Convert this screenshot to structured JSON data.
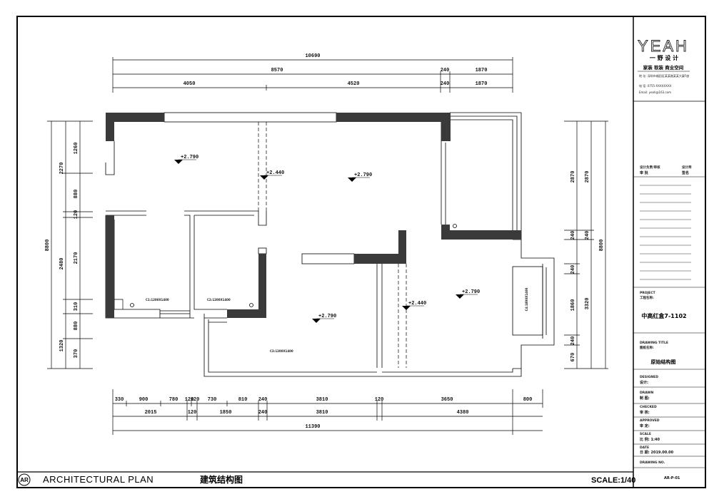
{
  "footer": {
    "badge": "AR",
    "title_en": "ARCHITECTURAL PLAN",
    "title_cn": "建筑结构图",
    "scale": "SCALE:1/40"
  },
  "title_block": {
    "logo_text": "YEAH",
    "logo_sub": "一 野 设 计",
    "slogan": "家装 软装 商业空间",
    "addr_line": "地 址: 深圳市福田区某某路某某大厦F座",
    "tel_line": "电 话: 0755-XXXXXXXX",
    "email_line": "Email: yeah@163.com",
    "reviewer_label": "设计负责/审核",
    "reviewer_value": "审 批",
    "reviewer_right_label": "设计师",
    "reviewer_right_value": "签名",
    "project_label": "PROJECT",
    "project_label_cn": "工程名称:",
    "project_name": "中高红盒7-1102",
    "drawing_label": "DRAWING TITLE",
    "drawing_label_cn": "图纸名称:",
    "drawing_name": "原始结构图",
    "rows": [
      {
        "label": "DESIGNED",
        "value": "设计:"
      },
      {
        "label": "DRAWN",
        "value": "制 图:"
      },
      {
        "label": "CHECKED",
        "value": "审 核:"
      },
      {
        "label": "APPROVED",
        "value": "审 定:"
      },
      {
        "label": "SCALE",
        "value": "比 例:  1:40"
      },
      {
        "label": "DATE",
        "value": "日 期:  2019.00.00"
      },
      {
        "label": "DRAWING NO.",
        "value": "AR-P-01"
      }
    ]
  },
  "dimensions": {
    "top_total": "10690",
    "top_row2": [
      "8570",
      "240",
      "1870"
    ],
    "top_row3": [
      "4050",
      "4520",
      "240",
      "1870"
    ],
    "bottom_row1": [
      "330",
      "900",
      "780",
      "120",
      "120",
      "730",
      "810",
      "240",
      "3810",
      "120",
      "3650",
      "800"
    ],
    "bottom_row2": [
      "2015",
      "120",
      "1850",
      "240",
      "3810",
      "4380"
    ],
    "bottom_total": "11390",
    "left_outer": "8800",
    "left_mid": [
      "2270",
      "2480",
      "1320"
    ],
    "left_inner": [
      "1260",
      "880",
      "120",
      "2170",
      "310",
      "880",
      "370"
    ],
    "right_outer": "8800",
    "right_mid": [
      "2870",
      "240",
      "3320"
    ],
    "right_inner": [
      "2870",
      "240",
      "240",
      "1860",
      "240",
      "670"
    ]
  },
  "levels": [
    "+2.790",
    "+2.440",
    "+2.790",
    "+2.790",
    "+2.440",
    "+2.790"
  ],
  "window_labels": [
    "C1:1200X1400",
    "C2:1200X1400",
    "C3:1200X1400",
    "C4:1800X1400"
  ]
}
